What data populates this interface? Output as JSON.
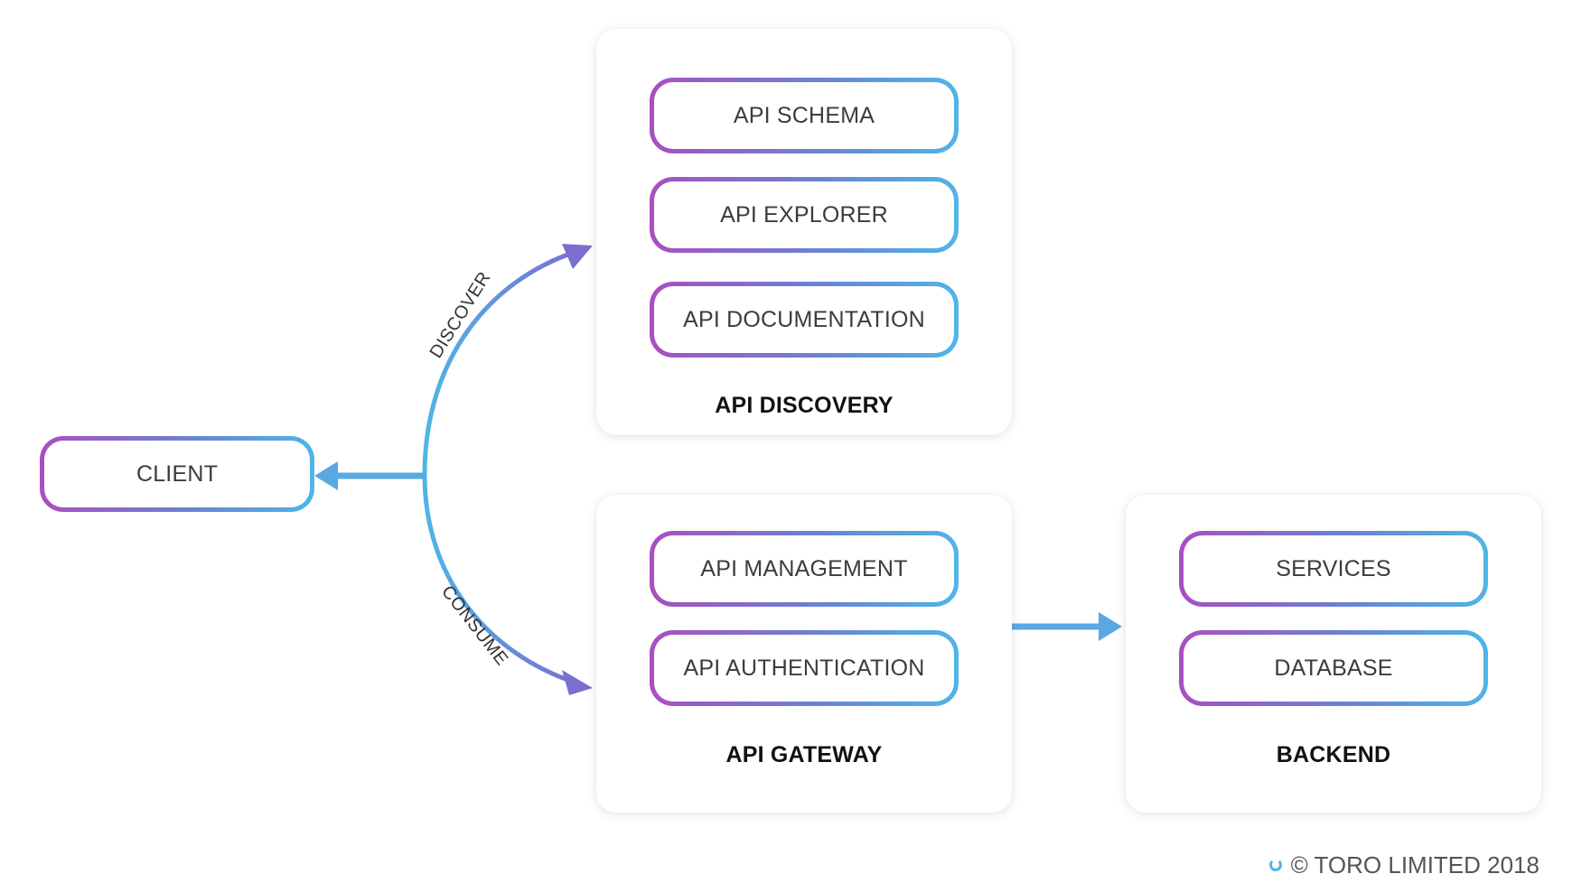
{
  "client": {
    "label": "CLIENT"
  },
  "discovery": {
    "title": "API DISCOVERY",
    "items": [
      "API SCHEMA",
      "API EXPLORER",
      "API DOCUMENTATION"
    ]
  },
  "gateway": {
    "title": "API GATEWAY",
    "items": [
      "API MANAGEMENT",
      "API AUTHENTICATION"
    ]
  },
  "backend": {
    "title": "BACKEND",
    "items": [
      "SERVICES",
      "DATABASE"
    ]
  },
  "arcs": {
    "discover": "DISCOVER",
    "consume": "CONSUME"
  },
  "footer": {
    "copyright": "© TORO LIMITED 2018",
    "logo_icon": "toro-ring-icon"
  },
  "colors": {
    "gradient_start": "#a94fc0",
    "gradient_mid": "#6a83d3",
    "gradient_end": "#4fb5e6"
  }
}
